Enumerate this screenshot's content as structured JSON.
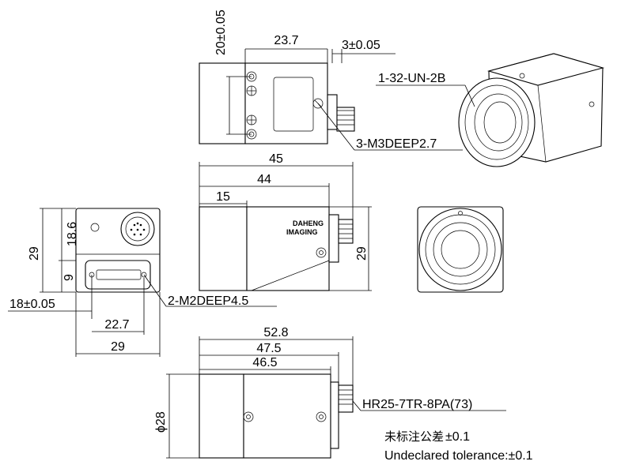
{
  "dimensions": {
    "top_width": "23.7",
    "top_height": "20±0.05",
    "top_offset": "3±0.05",
    "thread": "1-32-UN-2B",
    "top_holes": "3-M3DEEP2.7",
    "side_overall": "45",
    "side_body": "44",
    "side_front": "15",
    "side_height": "29",
    "back_height": "29",
    "back_upper": "18.6",
    "back_lower": "9",
    "back_offset": "18±0.05",
    "back_holes": "2-M2DEEP4.5",
    "back_hole_span": "22.7",
    "back_width": "29",
    "bottom_overall": "52.8",
    "bottom_body": "47.5",
    "bottom_housing": "46.5",
    "bottom_diameter": "ϕ28",
    "connector": "HR25-7TR-8PA(73)"
  },
  "logo": {
    "line1": "DAHENG",
    "line2": "IMAGING"
  },
  "notes": {
    "cn": "未标注公差",
    "cn_value": "±0.1",
    "en": "Undeclared tolerance:±0.1"
  }
}
